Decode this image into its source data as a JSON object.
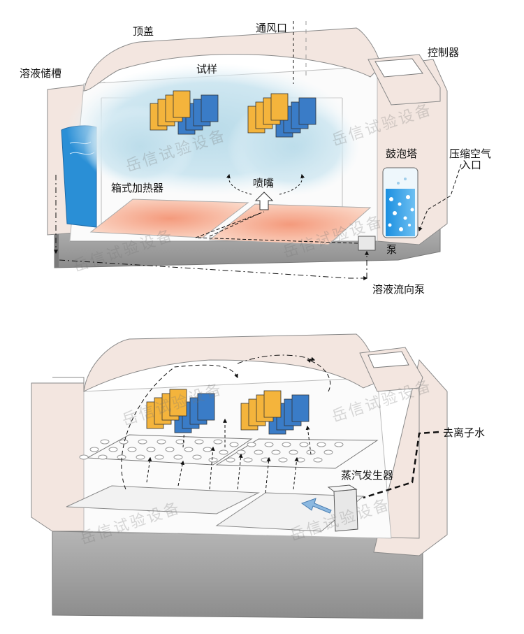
{
  "diagram_top": {
    "labels": {
      "top_cover": "顶盖",
      "vent": "通风口",
      "controller": "控制器",
      "solution_tank": "溶液储槽",
      "specimen": "试样",
      "bubble_tower": "鼓泡塔",
      "compressed_air_inlet_line1": "压缩空气",
      "compressed_air_inlet_line2": "入口",
      "box_heater": "箱式加热器",
      "nozzle": "喷嘴",
      "pump": "泵",
      "solution_flow_pump": "溶液流向泵"
    }
  },
  "diagram_bottom": {
    "labels": {
      "deionized_water": "去离子水",
      "steam_generator": "蒸汽发生器"
    }
  },
  "watermark": "岳信试验设备",
  "colors": {
    "cabinet": "#f3e6e0",
    "outline": "#8a8a8a",
    "base": "#9a9a9a",
    "water": "#2a8fd6",
    "specimen_yellow": "#f4b43c",
    "specimen_blue": "#3a7cc7",
    "heater": "#f6b9a0"
  }
}
